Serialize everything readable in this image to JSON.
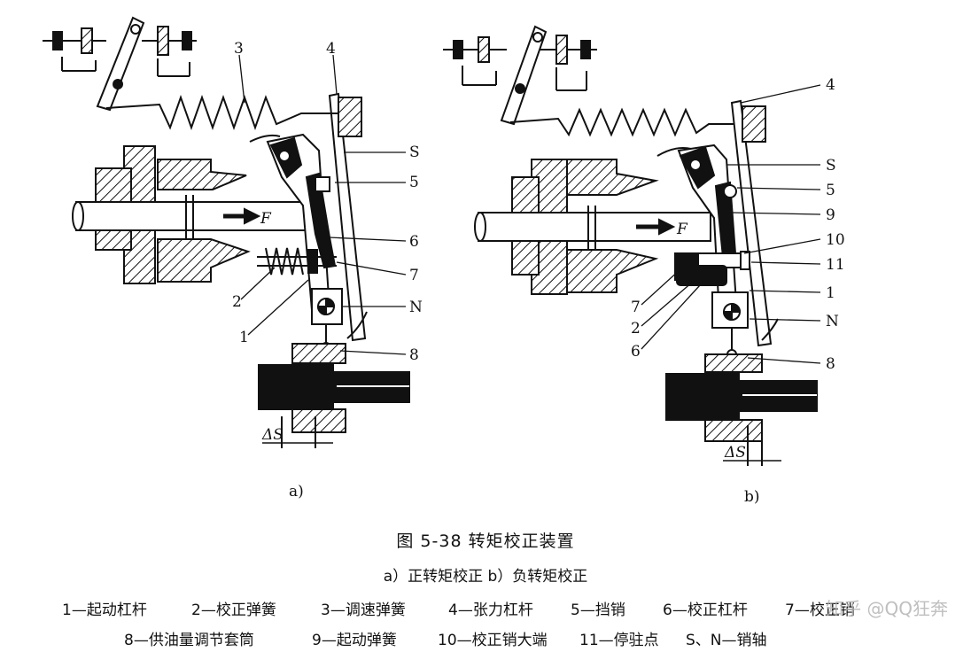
{
  "figure": {
    "title": "图 5-38   转矩校正装置",
    "subtitle": "a）正转矩校正   b）负转矩校正",
    "panel_a_label": "a)",
    "panel_b_label": "b)"
  },
  "panel_a": {
    "labels": {
      "l1": "1",
      "l2": "2",
      "l3": "3",
      "l4": "4",
      "l5": "5",
      "l6": "6",
      "l7": "7",
      "l8": "8",
      "S": "S",
      "N": "N",
      "F": "F",
      "dS": "ΔS"
    }
  },
  "panel_b": {
    "labels": {
      "l1": "1",
      "l2": "2",
      "l4": "4",
      "l5": "5",
      "l6": "6",
      "l7": "7",
      "l8": "8",
      "l9": "9",
      "l10": "10",
      "l11": "11",
      "S": "S",
      "N": "N",
      "F": "F",
      "dS": "ΔS"
    }
  },
  "legend": {
    "row1": [
      "1—起动杠杆",
      "2—校正弹簧",
      "3—调速弹簧",
      "4—张力杠杆",
      "5—挡销",
      "6—校正杠杆",
      "7—校正销"
    ],
    "row2": [
      "8—供油量调节套筒",
      "9—起动弹簧",
      "10—校正销大端",
      "11—停驻点",
      "S、N—销轴"
    ]
  },
  "watermark": "知乎 @QQ狂奔"
}
